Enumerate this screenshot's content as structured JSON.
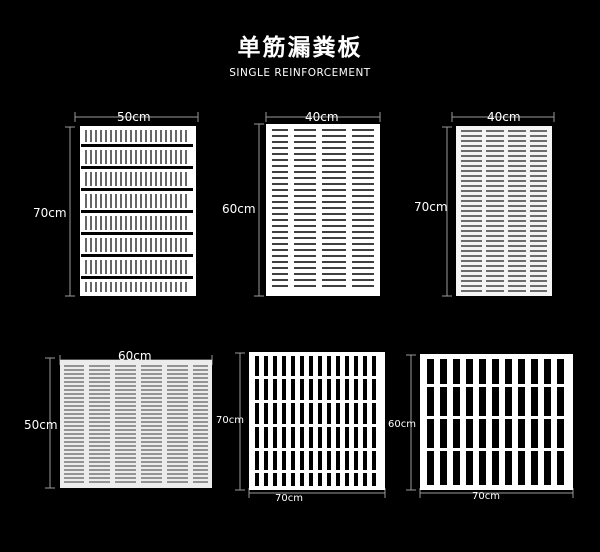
{
  "header": {
    "title": "单筋漏粪板",
    "subtitle": "SINGLE REINFORCEMENT"
  },
  "colors": {
    "background": "#000000",
    "board": "#ffffff",
    "text": "#ffffff"
  },
  "products": [
    {
      "width_label": "50cm",
      "height_label": "70cm"
    },
    {
      "width_label": "40cm",
      "height_label": "60cm"
    },
    {
      "width_label": "40cm",
      "height_label": "70cm"
    },
    {
      "width_label": "60cm",
      "height_label": "50cm"
    },
    {
      "width_label": "70cm",
      "height_label": "70cm"
    },
    {
      "width_label": "70cm",
      "height_label": "60cm"
    }
  ]
}
